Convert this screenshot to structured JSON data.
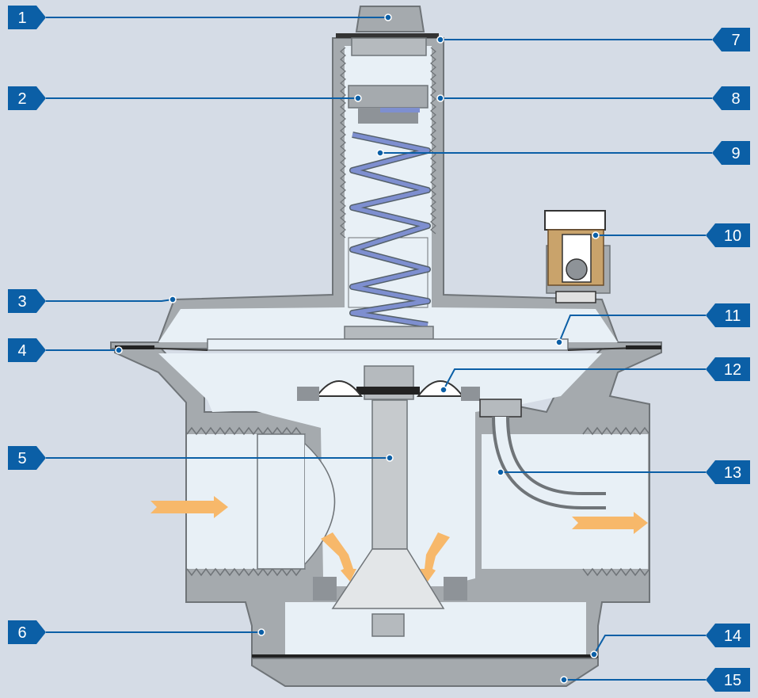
{
  "diagram": {
    "colors": {
      "background": "#d5dce6",
      "body": "#a5aaae",
      "body_dark": "#8e9398",
      "interior": "#e8f0f6",
      "spring": "#7e8fd0",
      "brass": "#c9a36b",
      "flow_arrow": "#f7b86a",
      "callout": "#0b5fa6",
      "leader": "#0b5fa6"
    },
    "callouts": [
      {
        "id": 1,
        "label": "1"
      },
      {
        "id": 2,
        "label": "2"
      },
      {
        "id": 3,
        "label": "3"
      },
      {
        "id": 4,
        "label": "4"
      },
      {
        "id": 5,
        "label": "5"
      },
      {
        "id": 6,
        "label": "6"
      },
      {
        "id": 7,
        "label": "7"
      },
      {
        "id": 8,
        "label": "8"
      },
      {
        "id": 9,
        "label": "9"
      },
      {
        "id": 10,
        "label": "10"
      },
      {
        "id": 11,
        "label": "11"
      },
      {
        "id": 12,
        "label": "12"
      },
      {
        "id": 13,
        "label": "13"
      },
      {
        "id": 14,
        "label": "14"
      },
      {
        "id": 15,
        "label": "15"
      }
    ]
  }
}
